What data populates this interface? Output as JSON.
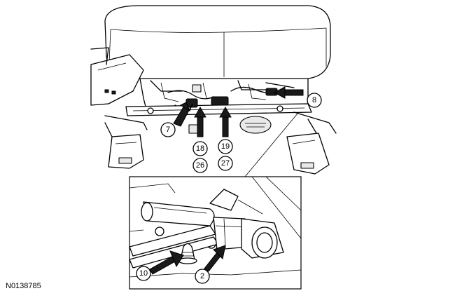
{
  "figure_id": "N0138785",
  "callouts": {
    "c7": "7",
    "c8": "8",
    "c18": "18",
    "c26": "26",
    "c19": "19",
    "c27": "27",
    "c10": "10",
    "c2": "2"
  }
}
